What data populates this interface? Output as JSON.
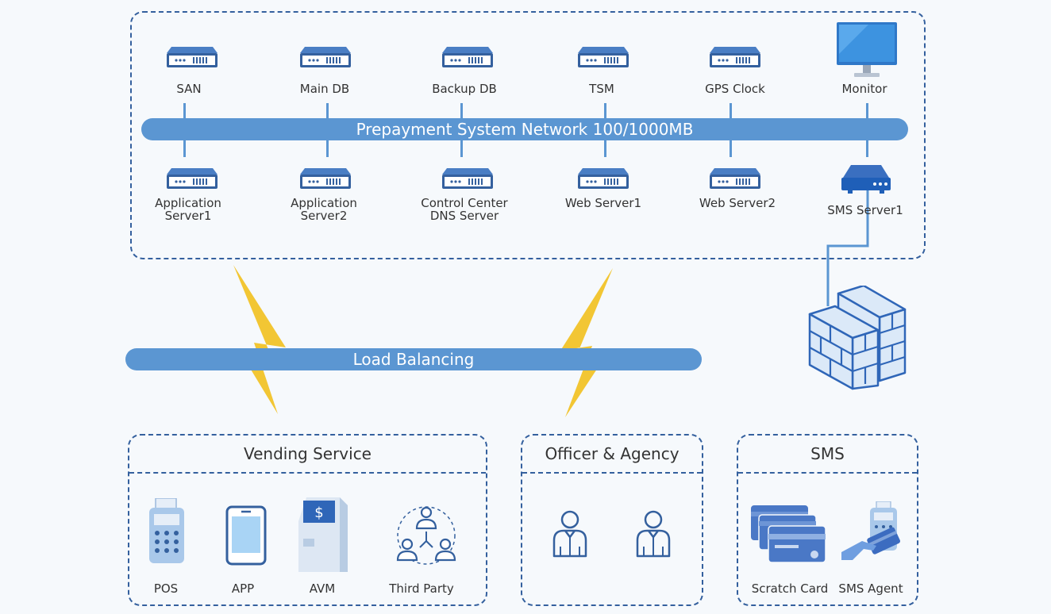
{
  "network": {
    "title": "Prepayment System Network 100/1000MB",
    "top_nodes": [
      "SAN",
      "Main DB",
      "Backup DB",
      "TSM",
      "GPS Clock",
      "Monitor"
    ],
    "bottom_nodes": [
      {
        "line1": "Application",
        "line2": "Server1"
      },
      {
        "line1": "Application",
        "line2": "Server2"
      },
      {
        "line1": "Control Center",
        "line2": "DNS Server"
      },
      {
        "line1": "Web Server1",
        "line2": ""
      },
      {
        "line1": "Web Server2",
        "line2": ""
      },
      {
        "line1": "SMS Server1",
        "line2": ""
      }
    ]
  },
  "load_balancing": "Load Balancing",
  "vending": {
    "title": "Vending Service",
    "items": [
      "POS",
      "APP",
      "AVM",
      "Third Party"
    ]
  },
  "officer": {
    "title": "Officer & Agency"
  },
  "sms": {
    "title": "SMS",
    "items": [
      "Scratch Card",
      "SMS Agent"
    ]
  },
  "icons": {
    "servers": "server-icon",
    "monitor": "monitor-icon",
    "firewall": "firewall-icon",
    "lightning": "lightning-icon",
    "pos": "pos-terminal-icon",
    "app": "mobile-phone-icon",
    "avm": "vending-machine-icon",
    "third_party": "third-party-network-icon",
    "person": "person-icon",
    "scratch_card": "scratch-card-icon",
    "sms_agent": "sms-agent-icon"
  },
  "colors": {
    "bar": "#5b96d2",
    "border": "#34609e",
    "icon_dark": "#34609e",
    "icon_light": "#a9c8ea",
    "lightning": "#f2c634"
  }
}
